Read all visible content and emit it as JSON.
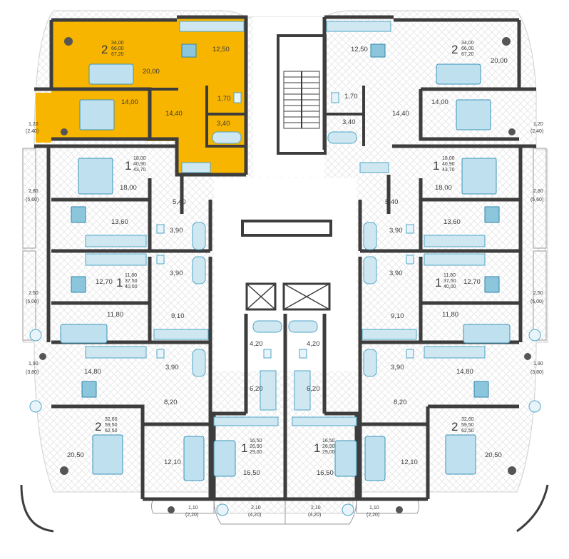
{
  "plan": {
    "accent_color": "#f7b500",
    "wall_color": "#3d3d3d",
    "fixture_color": "#4fa6c7",
    "floor_pattern_color": "#e6e6e6",
    "apartments": [
      {
        "id": "nw-2room",
        "rooms": "2",
        "areas": [
          "34,00",
          "66,00",
          "67,20"
        ]
      },
      {
        "id": "ne-2room",
        "rooms": "2",
        "areas": [
          "34,00",
          "66,00",
          "67,20"
        ]
      },
      {
        "id": "w-1room-a",
        "rooms": "1",
        "areas": [
          "18,00",
          "40,90",
          "43,70"
        ]
      },
      {
        "id": "e-1room-a",
        "rooms": "1",
        "areas": [
          "18,00",
          "40,90",
          "43,70"
        ]
      },
      {
        "id": "w-1room-b",
        "rooms": "1",
        "areas": [
          "11,80",
          "37,50",
          "40,00"
        ]
      },
      {
        "id": "e-1room-b",
        "rooms": "1",
        "areas": [
          "11,80",
          "37,50",
          "40,00"
        ]
      },
      {
        "id": "sw-2room",
        "rooms": "2",
        "areas": [
          "32,60",
          "59,50",
          "62,50"
        ]
      },
      {
        "id": "se-2room",
        "rooms": "2",
        "areas": [
          "32,60",
          "59,50",
          "62,50"
        ]
      },
      {
        "id": "s-1room-w",
        "rooms": "1",
        "areas": [
          "16,50",
          "26,90",
          "29,00"
        ]
      },
      {
        "id": "s-1room-e",
        "rooms": "1",
        "areas": [
          "16,50",
          "26,90",
          "29,00"
        ]
      }
    ],
    "room_areas": {
      "nw_living": "20,00",
      "nw_kitchen": "12,50",
      "nw_bed": "14,00",
      "nw_hall": "14,40",
      "nw_wc": "1,70",
      "nw_bath": "3,40",
      "nw_balcony": "1,20",
      "nw_balcony_total": "(2,40)",
      "ne_kitchen": "12,50",
      "ne_living": "20,00",
      "ne_wc": "1,70",
      "ne_bath": "3,40",
      "ne_hall": "14,40",
      "ne_bed": "14,00",
      "ne_balcony": "1,20",
      "ne_balcony_total": "(2,40)",
      "w1a_room": "18,00",
      "w1a_hall": "5,40",
      "w1a_kitchen": "13,60",
      "w1a_bath": "3,90",
      "w1a_balcony": "2,80",
      "w1a_balcony_total": "(5,60)",
      "e1a_room": "18,00",
      "e1a_hall": "5,40",
      "e1a_kitchen": "13,60",
      "e1a_bath": "3,90",
      "e1a_balcony": "2,80",
      "e1a_balcony_total": "(5,60)",
      "w1b_bath": "3,90",
      "w1b_kitchen": "12,70",
      "w1b_room": "11,80",
      "w1b_hall": "9,10",
      "w1b_balcony": "2,50",
      "w1b_balcony_total": "(5,00)",
      "e1b_bath": "3,90",
      "e1b_kitchen": "12,70",
      "e1b_room": "11,80",
      "e1b_hall": "9,10",
      "e1b_balcony": "2,50",
      "e1b_balcony_total": "(5,00)",
      "sw_kitchen": "14,80",
      "sw_bath": "3,90",
      "sw_hall": "8,20",
      "sw_living": "20,50",
      "sw_bed": "12,10",
      "sw_balcony": "1,90",
      "sw_balcony_total": "(3,80)",
      "sw_balcony2": "1,10",
      "sw_balcony2_total": "(2,20)",
      "se_kitchen": "14,80",
      "se_bath": "3,90",
      "se_hall": "8,20",
      "se_living": "20,50",
      "se_bed": "12,10",
      "se_balcony": "1,90",
      "se_balcony_total": "(3,80)",
      "se_balcony2": "1,10",
      "se_balcony2_total": "(2,20)",
      "s1w_bath": "4,20",
      "s1w_hall": "6,20",
      "s1w_room": "16,50",
      "s1w_balcony": "2,10",
      "s1w_balcony_total": "(4,20)",
      "s1e_bath": "4,20",
      "s1e_hall": "6,20",
      "s1e_room": "16,50",
      "s1e_balcony": "2,10",
      "s1e_balcony_total": "(4,20)"
    }
  }
}
